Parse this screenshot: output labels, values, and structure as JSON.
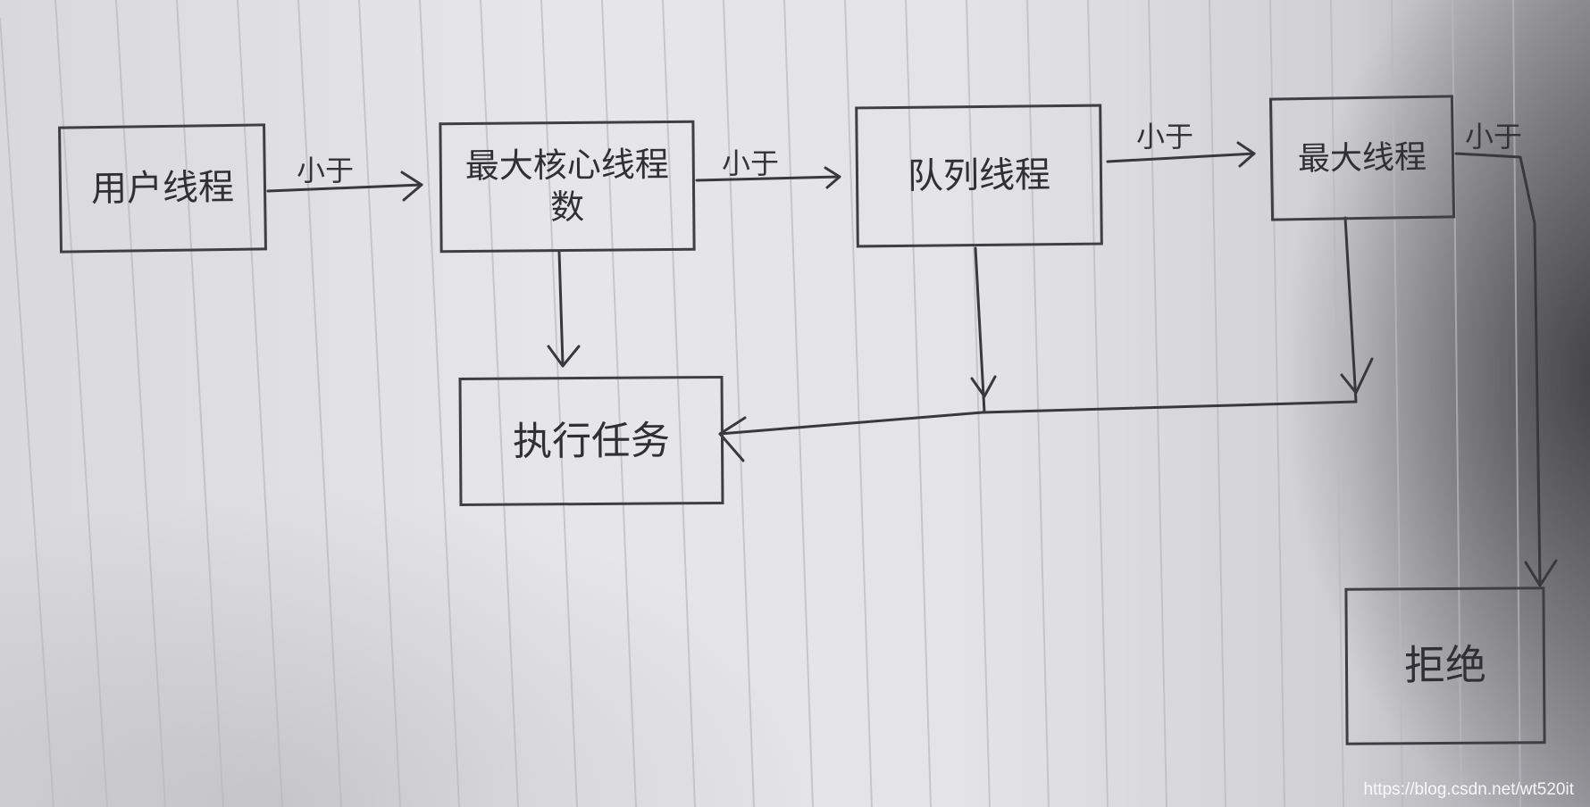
{
  "nodes": {
    "user_thread": "用户线程",
    "core_threads": "最大核心线程数",
    "queue_threads": "队列线程",
    "max_threads": "最大线程",
    "execute_task": "执行任务",
    "reject": "拒绝"
  },
  "edge_labels": {
    "user_to_core": "小于",
    "core_to_queue": "小于",
    "queue_to_max": "小于",
    "max_to_reject": "小于"
  },
  "watermark": "https://blog.csdn.net/wt520it"
}
